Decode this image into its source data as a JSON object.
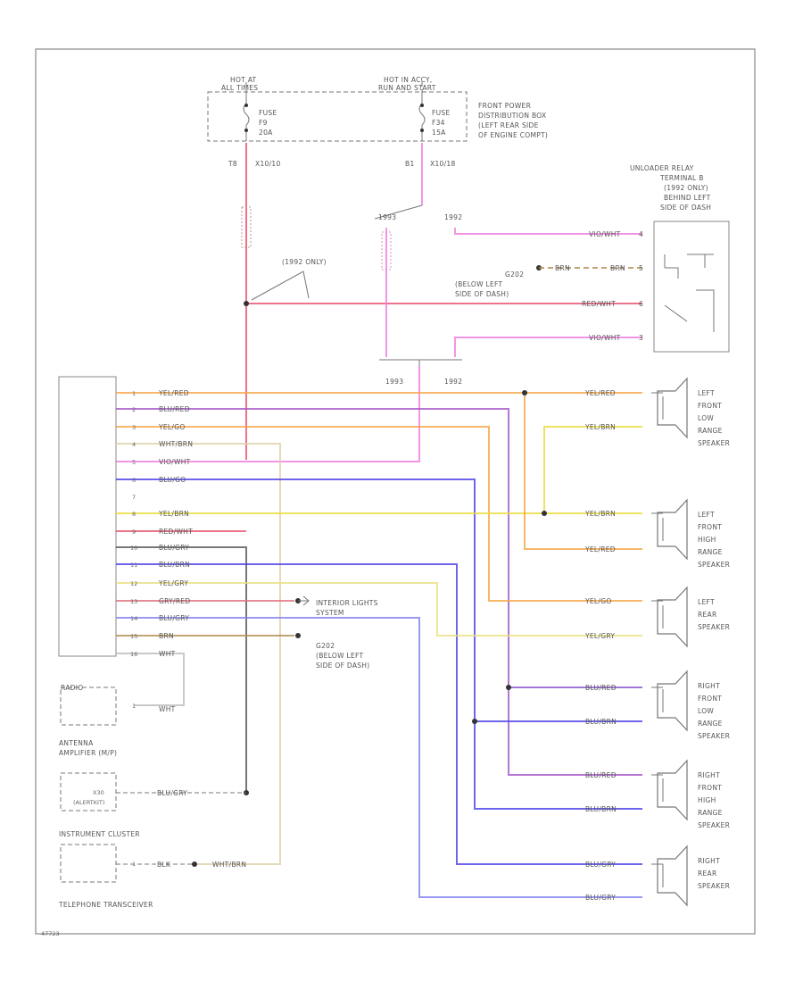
{
  "fuses": {
    "left_header_1": "HOT AT",
    "left_header_2": "ALL TIMES",
    "right_header_1": "HOT IN ACCY,",
    "right_header_2": "RUN AND START",
    "left_fuse": [
      "FUSE",
      "F9",
      "20A"
    ],
    "right_fuse": [
      "FUSE",
      "F34",
      "15A"
    ],
    "box_label": [
      "FRONT POWER",
      "DISTRIBUTION BOX",
      "(LEFT REAR SIDE",
      "OF ENGINE COMPT)"
    ],
    "left_conn": "X10/10",
    "right_conn": "X10/18",
    "left_pin": "T8",
    "right_pin": "B1"
  },
  "relay": {
    "label": [
      "UNLOADER RELAY",
      "TERMINAL B",
      "(1992 ONLY)",
      "BEHIND LEFT",
      "SIDE OF DASH"
    ],
    "pins": [
      {
        "wire": "VIO/WHT",
        "pin": "4"
      },
      {
        "wire": "BRN",
        "pin": "5"
      },
      {
        "wire": "RED/WHT",
        "pin": "6"
      },
      {
        "wire": "VIO/WHT",
        "pin": "3"
      }
    ],
    "ground_wire": "BRN"
  },
  "splices": {
    "only_note": "(1992 ONLY)",
    "g202": [
      "G202",
      "(BELOW LEFT",
      "SIDE OF DASH)"
    ],
    "year_a": "1993",
    "year_b": "1992",
    "year_c": "1993",
    "year_d": "1992"
  },
  "radio": {
    "pins": [
      {
        "pin": "1",
        "wire": "YEL/RED"
      },
      {
        "pin": "2",
        "wire": "BLU/RED"
      },
      {
        "pin": "3",
        "wire": "YEL/GO"
      },
      {
        "pin": "4",
        "wire": "WHT/BRN"
      },
      {
        "pin": "5",
        "wire": "VIO/WHT"
      },
      {
        "pin": "6",
        "wire": "BLU/GO"
      },
      {
        "pin": "7",
        "wire": ""
      },
      {
        "pin": "8",
        "wire": "YEL/BRN"
      },
      {
        "pin": "9",
        "wire": "RED/WHT"
      },
      {
        "pin": "10",
        "wire": "BLU/GRY"
      },
      {
        "pin": "11",
        "wire": "BLU/BRN"
      },
      {
        "pin": "12",
        "wire": "YEL/GRY"
      },
      {
        "pin": "13",
        "wire": "GRY/RED"
      },
      {
        "pin": "14",
        "wire": "BLU/GRY"
      },
      {
        "pin": "15",
        "wire": "BRN"
      },
      {
        "pin": "16",
        "wire": "WHT"
      }
    ],
    "label": "RADIO"
  },
  "components": {
    "interior_lights": [
      "INTERIOR LIGHTS",
      "SYSTEM"
    ],
    "g202b": [
      "G202",
      "(BELOW LEFT",
      "SIDE OF DASH)"
    ],
    "antenna": [
      "ANTENNA",
      "AMPLIFIER (M/P)"
    ],
    "antenna_wire": "WHT",
    "antenna_pin": "1",
    "cluster": "INSTRUMENT CLUSTER",
    "cluster_inner": [
      "X30",
      "(ALERTKIT)"
    ],
    "cluster_wire": "BLU/GRY",
    "phone": "TELEPHONE TRANSCEIVER",
    "phone_wire_a": "BLK",
    "phone_wire_b": "WHT/BRN",
    "phone_pin": "1"
  },
  "speakers": [
    {
      "label": [
        "LEFT",
        "FRONT",
        "LOW",
        "RANGE",
        "SPEAKER"
      ],
      "wire_a": "YEL/RED",
      "wire_b": "YEL/BRN"
    },
    {
      "label": [
        "LEFT",
        "FRONT",
        "HIGH",
        "RANGE",
        "SPEAKER"
      ],
      "wire_a": "YEL/BRN",
      "wire_b": "YEL/RED"
    },
    {
      "label": [
        "LEFT",
        "REAR",
        "SPEAKER"
      ],
      "wire_a": "YEL/GO",
      "wire_b": "YEL/GRY"
    },
    {
      "label": [
        "RIGHT",
        "FRONT",
        "LOW",
        "RANGE",
        "SPEAKER"
      ],
      "wire_a": "BLU/RED",
      "wire_b": "BLU/BRN"
    },
    {
      "label": [
        "RIGHT",
        "FRONT",
        "HIGH",
        "RANGE",
        "SPEAKER"
      ],
      "wire_a": "BLU/RED",
      "wire_b": "BLU/BRN"
    },
    {
      "label": [
        "RIGHT",
        "REAR",
        "SPEAKER"
      ],
      "wire_a": "BLU/GRY",
      "wire_b": "BLU/GRY"
    }
  ],
  "footer_code": "47723"
}
